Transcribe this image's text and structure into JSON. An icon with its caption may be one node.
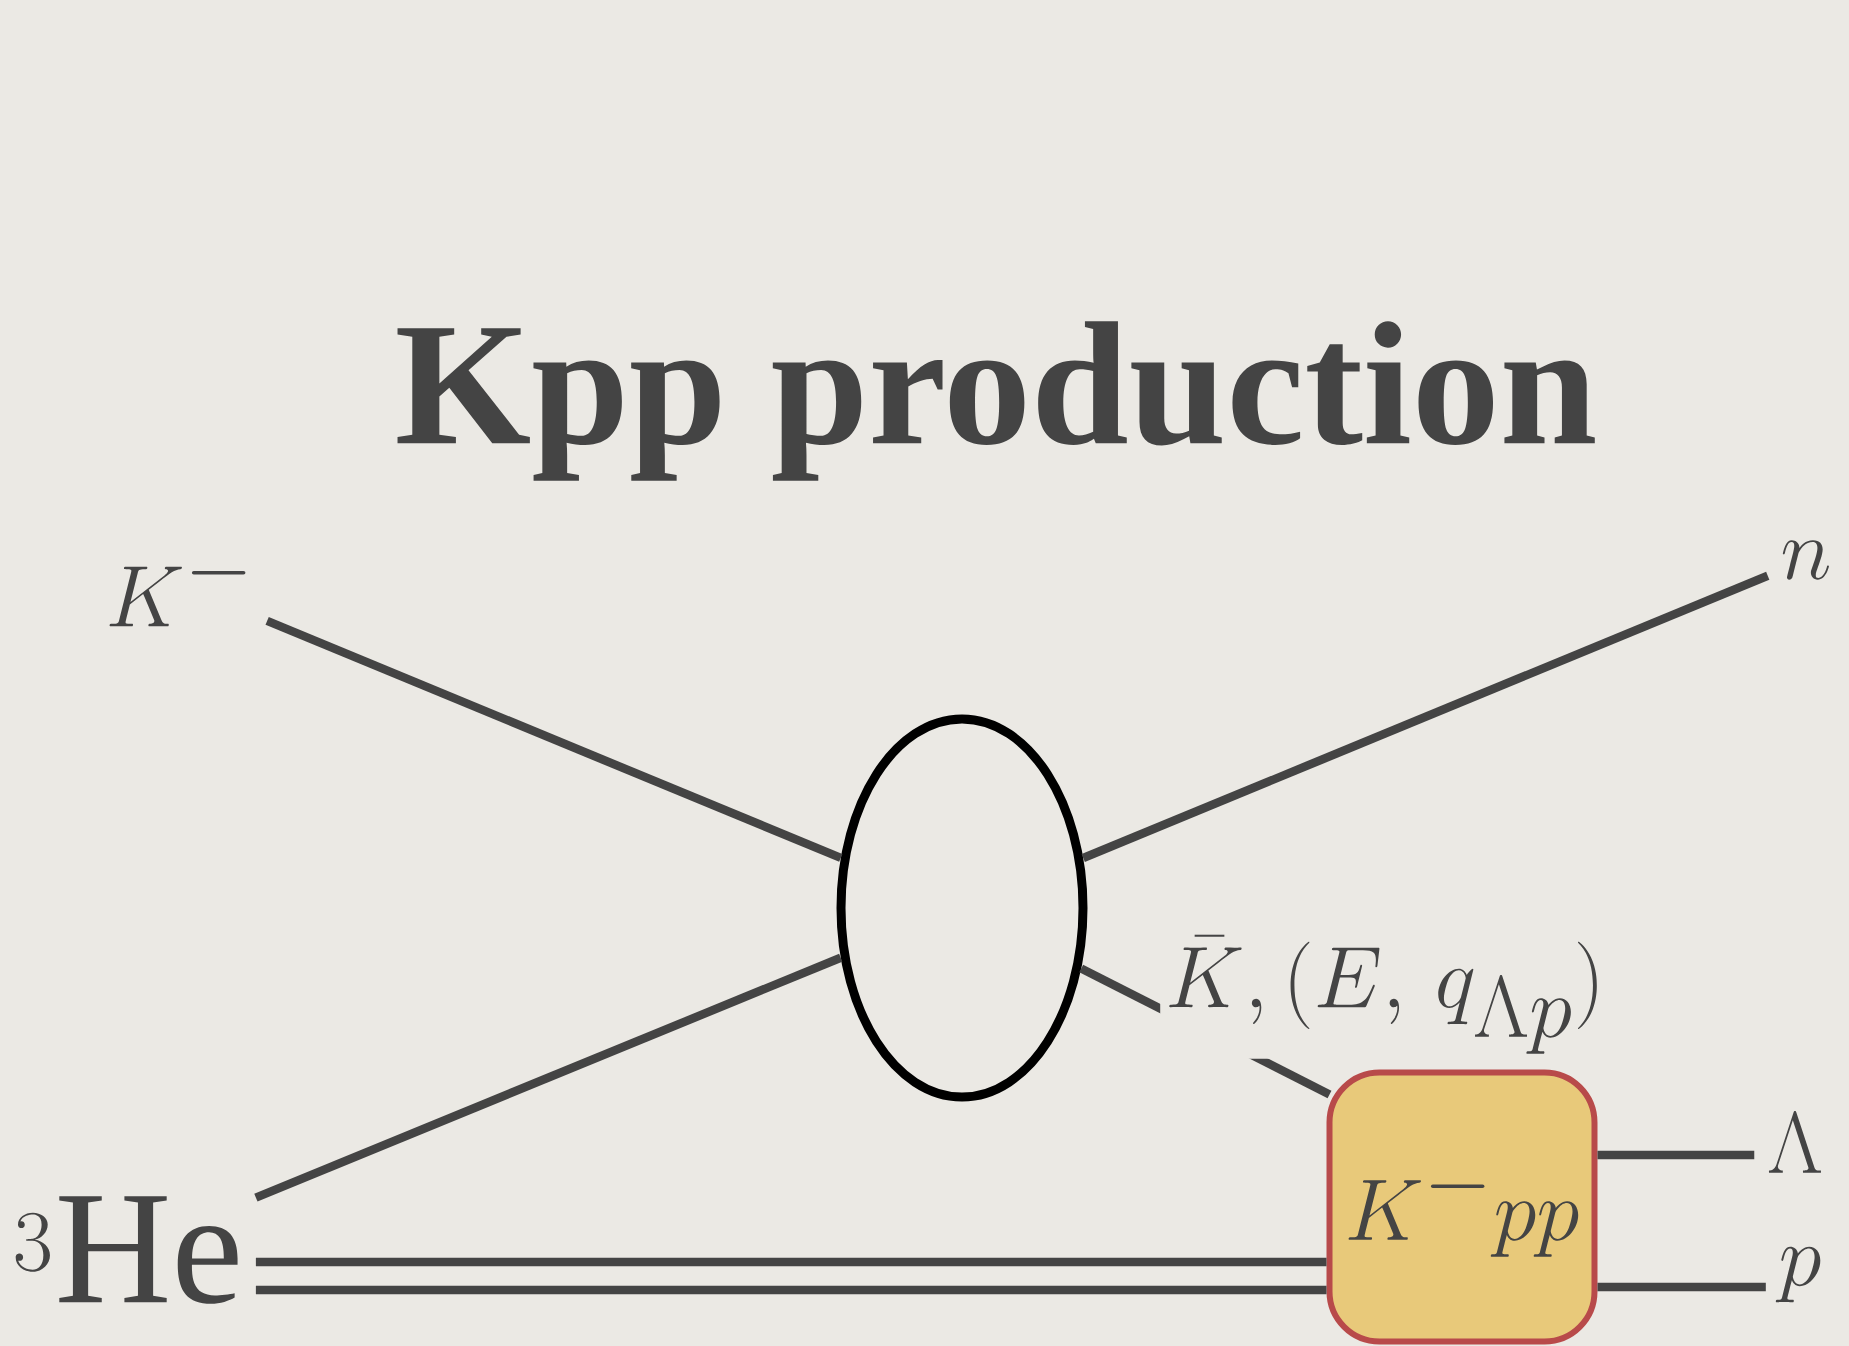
{
  "diagram": {
    "title": "Kpp production",
    "nodes": [
      {
        "text": [
          "K^{-}"
        ]
      },
      {
        "text": [
          "n"
        ]
      },
      {
        "text": [],
        "shape": "ellipse"
      },
      {
        "text": [
          "{}^{3}\\mathrm{He}"
        ]
      },
      {
        "text": [
          "K^{-}pp"
        ]
      },
      {
        "text": [
          "\\Lambda"
        ]
      },
      {
        "text": [
          "p"
        ]
      }
    ],
    "edges": [
      {
        "from": 0,
        "to": 2,
        "arrow": "none"
      },
      {
        "from": 2,
        "to": 1,
        "arrow": "none"
      },
      {
        "from": 3,
        "to": 2,
        "arrow": "none"
      },
      {
        "from": 2,
        "to": 4,
        "arrow": "none",
        "label": "\\bar{K}, (E,\\, q_{\\Lambda p})"
      },
      {
        "from": 3,
        "to": 4,
        "arrow": "none"
      },
      {
        "from": 3,
        "to": 4,
        "arrow": "none"
      },
      {
        "from": 4,
        "to": 5,
        "arrow": "none"
      },
      {
        "from": 4,
        "to": 6,
        "arrow": "none"
      }
    ]
  }
}
